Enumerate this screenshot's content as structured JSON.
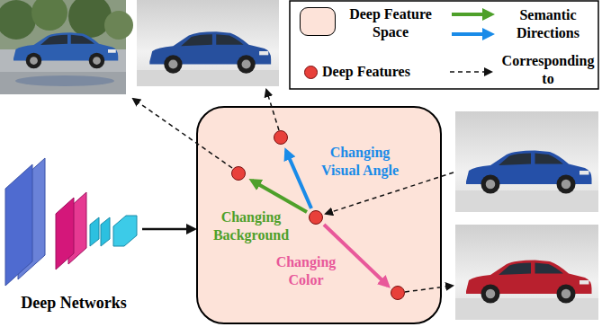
{
  "diagram": {
    "labels": [
      "Changing Visual Angle",
      "Changing Background",
      "Changing Color",
      "Deep Networks"
    ],
    "legend": [
      {
        "text": "Deep Feature Space",
        "color": "#fde3d9"
      },
      {
        "text": "Semantic Directions"
      },
      {
        "text": "Deep Features",
        "color": "#e8403a"
      },
      {
        "text": "Corresponding to"
      }
    ]
  }
}
